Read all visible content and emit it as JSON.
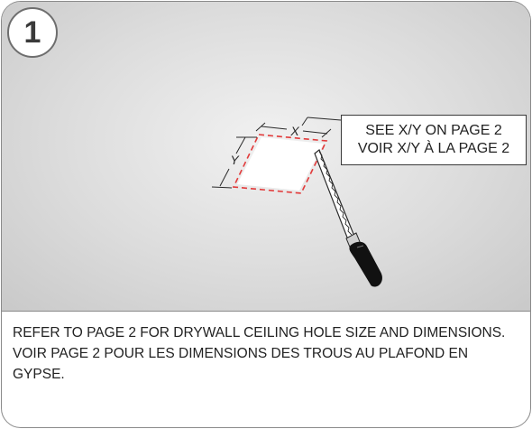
{
  "step": {
    "number": "1"
  },
  "diagram": {
    "label_x": "X",
    "label_y": "Y",
    "callout_line1": "SEE X/Y ON PAGE 2",
    "callout_line2": "VOIR X/Y À LA PAGE 2"
  },
  "caption": {
    "english": "REFER TO PAGE 2 FOR DRYWALL CEILING HOLE SIZE AND DIMENSIONS.",
    "french": "VOIR PAGE 2 POUR LES DIMENSIONS DES TROUS AU PLAFOND EN GYPSE."
  },
  "colors": {
    "cut_line": "#e23b3b",
    "outline": "#8a8a8a"
  }
}
